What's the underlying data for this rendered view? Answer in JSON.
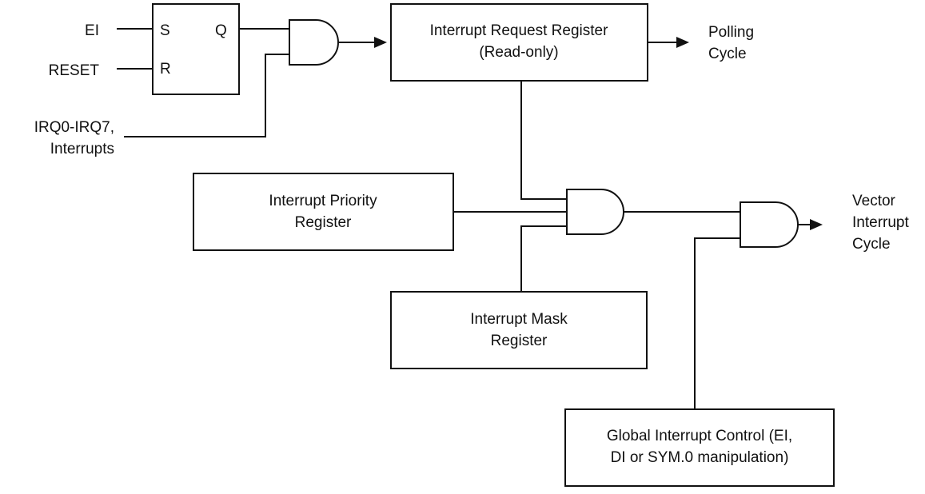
{
  "diagram": {
    "flipflop": {
      "set_label": "S",
      "reset_label": "R",
      "output_label": "Q"
    },
    "inputs": {
      "ei": "EI",
      "reset": "RESET",
      "irq_line1": "IRQ0-IRQ7,",
      "irq_line2": "Interrupts"
    },
    "boxes": {
      "request_register": {
        "line1": "Interrupt Request Register",
        "line2": "(Read-only)"
      },
      "priority_register": {
        "line1": "Interrupt Priority",
        "line2": "Register"
      },
      "mask_register": {
        "line1": "Interrupt Mask",
        "line2": "Register"
      },
      "global_control": {
        "line1": "Global Interrupt Control (EI,",
        "line2": "DI or SYM.0 manipulation)"
      }
    },
    "outputs": {
      "polling": {
        "line1": "Polling",
        "line2": "Cycle"
      },
      "vector": {
        "line1": "Vector",
        "line2": "Interrupt",
        "line3": "Cycle"
      }
    },
    "colors": {
      "line": "#111111",
      "background": "#ffffff"
    }
  }
}
